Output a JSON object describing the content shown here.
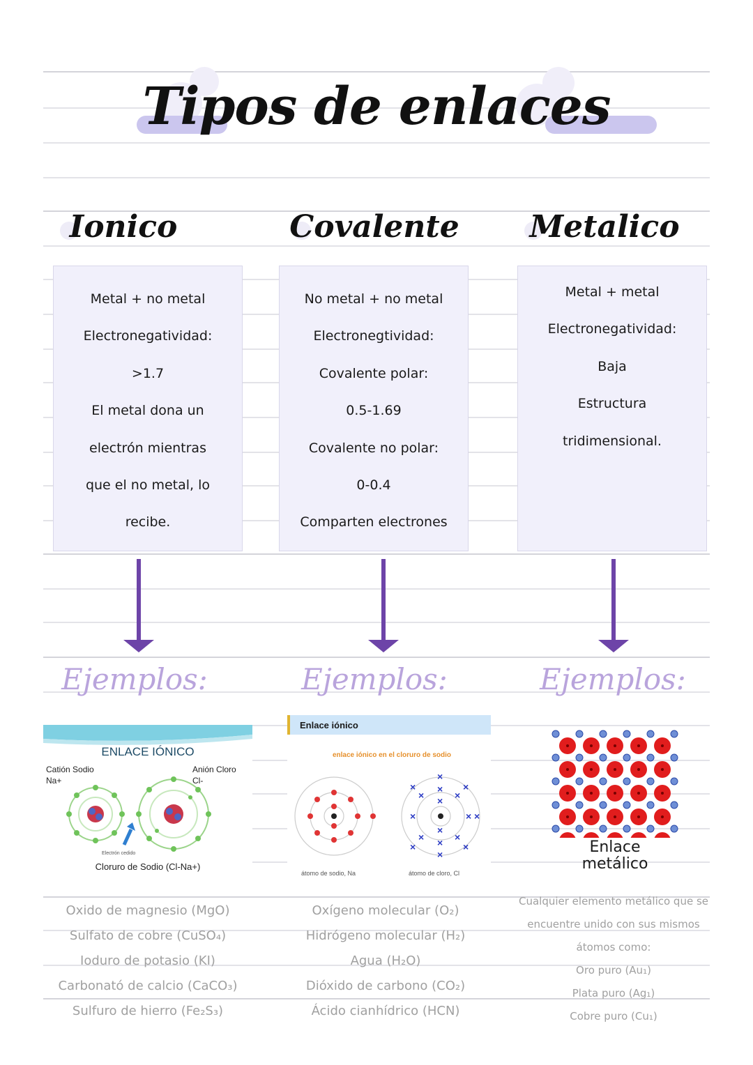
{
  "title": "Tipos de enlaces",
  "columns": [
    {
      "heading": "Ionico",
      "lines": [
        "Metal + no metal",
        "Electronegatividad:",
        ">1.7",
        "El metal dona un",
        "electrón mientras",
        "que el no metal, lo",
        "recibe."
      ],
      "examples_label": "Ejemplos:",
      "figure": {
        "title": "ENLACE IÓNICO",
        "left_label": "Catión Sodio",
        "left_sub": "Na+",
        "right_label": "Anión Cloro",
        "right_sub": "Cl-",
        "small_label": "Electrón cedido",
        "caption": "Cloruro de Sodio (Cl-Na+)"
      },
      "examples": [
        "Oxido de magnesio (MgO)",
        "Sulfato de cobre (CuSO₄)",
        "Ioduro de potasio (KI)",
        "Carbonató de calcio (CaCO₃)",
        "Sulfuro de hierro (Fe₂S₃)"
      ]
    },
    {
      "heading": "Covalente",
      "lines": [
        "No metal + no metal",
        "Electronegtividad:",
        "Covalente polar:",
        "0.5-1.69",
        "Covalente no polar:",
        "0-0.4",
        "Comparten electrones"
      ],
      "examples_label": "Ejemplos:",
      "figure": {
        "header": "Enlace iónico",
        "subtitle": "enlace iónico en el cloruro de sodio",
        "left_caption": "átomo de sodio, Na",
        "right_caption": "átomo de cloro, Cl"
      },
      "examples": [
        "Oxígeno molecular (O₂)",
        "Hidrógeno molecular (H₂)",
        "Agua (H₂O)",
        "Dióxido de carbono (CO₂)",
        "Ácido cianhídrico (HCN)"
      ]
    },
    {
      "heading": "Metalico",
      "lines": [
        "Metal + metal",
        "Electronegatividad:",
        "Baja",
        "Estructura",
        "tridimensional."
      ],
      "examples_label": "Ejemplos:",
      "figure": {
        "caption_line1": "Enlace",
        "caption_line2": "metálico"
      },
      "examples": [
        "Cualquier elemento metálico que se",
        "encuentre unido con sus mismos",
        "átomos como:",
        "Oro puro (Au₁)",
        "Plata puro (Ag₁)",
        "Cobre puro (Cu₁)"
      ]
    }
  ],
  "colors": {
    "accent": "#6d44a8",
    "card_bg": "#f1f0fb",
    "band": "#cbc6ee",
    "examples_label": "#b9a4dc"
  }
}
